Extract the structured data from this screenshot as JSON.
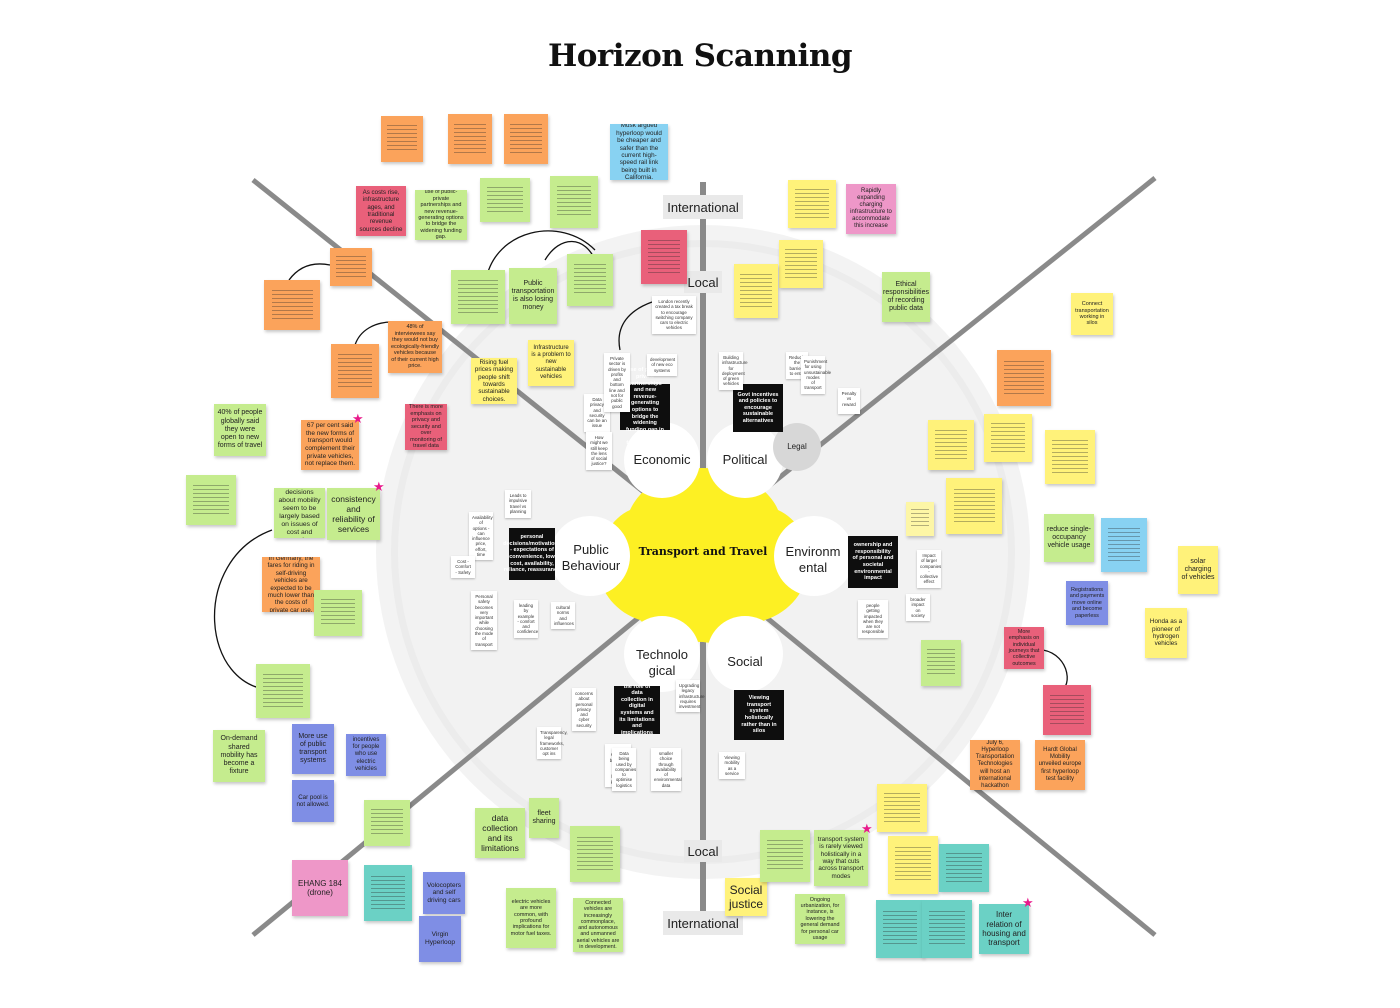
{
  "title": "Horizon Scanning",
  "center": "Transport and Travel",
  "colors": {
    "orange": "#fba35b",
    "green": "#c5ec8e",
    "pink": "#ee97c8",
    "red": "#e9607a",
    "yellow": "#fff27a",
    "blue": "#7f8ee5",
    "lightblue": "#88d2f2",
    "teal": "#6bd1c5",
    "lightyellow": "#fdf6a6",
    "core": "#fdf023"
  },
  "scale_labels": {
    "international_top": "International",
    "local_top": "Local",
    "local_bottom": "Local",
    "international_bottom": "International"
  },
  "sectors": {
    "economic": "Economic",
    "political": "Political",
    "public_behaviour": "Public Behaviour",
    "environmental": "Environm ental",
    "technological": "Technolo gical",
    "social": "Social",
    "legal": "Legal"
  },
  "notes": [
    {
      "text": "40% of people globally said they were open to new forms of travel",
      "color": "green",
      "star": false
    },
    {
      "text": "67 per cent said the new forms of transport would complement their private vehicles, not replace them.",
      "color": "orange",
      "star": true
    },
    {
      "text": "personal decisions about mobility seem to be largely based on issues of cost and convenience",
      "color": "green",
      "star": false
    },
    {
      "text": "consistency and reliability of services",
      "color": "green",
      "star": true
    },
    {
      "text": "In Germany, the fares for riding in self-driving vehicles are expected to be much lower than the costs of private car use.",
      "color": "orange",
      "star": false
    },
    {
      "text": "On-demand shared mobility has become a fixture",
      "color": "green",
      "star": false
    },
    {
      "text": "More use of public transport systems",
      "color": "blue",
      "star": false
    },
    {
      "text": "incentives for people who use electric vehicles",
      "color": "blue",
      "star": false
    },
    {
      "text": "Car pool is not allowed.",
      "color": "blue",
      "star": false
    },
    {
      "text": "EHANG 184 (drone)",
      "color": "pink",
      "star": false
    },
    {
      "text": "Volocopters and self driving cars",
      "color": "blue",
      "star": false
    },
    {
      "text": "Virgin Hyperloop",
      "color": "blue",
      "star": false
    },
    {
      "text": "data collection and its limitations",
      "color": "green",
      "star": false
    },
    {
      "text": "fleet sharing",
      "color": "green",
      "star": false
    },
    {
      "text": "As costs rise, infrastructure ages, and traditional revenue sources decline",
      "color": "red",
      "star": false
    },
    {
      "text": "use of public-private partnerships and new revenue-generating options to bridge the widening funding gap.",
      "color": "green",
      "star": false
    },
    {
      "text": "Public transportation is also losing money",
      "color": "green",
      "star": false
    },
    {
      "text": "Rising fuel prices making people shift towards sustainable choices.",
      "color": "yellow",
      "star": false
    },
    {
      "text": "Infrastructure is a problem to new sustainable vehicles",
      "color": "yellow",
      "star": false
    },
    {
      "text": "There is more emphasis on privacy and security and over monitoring of travel data",
      "color": "red",
      "star": false
    },
    {
      "text": "Musk argued hyperloop would be cheaper and safer than the current high-speed rail link being built in California.",
      "color": "lightblue",
      "star": false
    },
    {
      "text": "Rapidly expanding charging infrastructure to accommodate this increase",
      "color": "pink",
      "star": false
    },
    {
      "text": "Ethical responsibilities of recording public data",
      "color": "green",
      "star": false
    },
    {
      "text": "Connect transportation working in silos",
      "color": "yellow",
      "star": false
    },
    {
      "text": "reduce single-occupancy vehicle usage",
      "color": "green",
      "star": false
    },
    {
      "text": "solar charging of vehicles",
      "color": "yellow",
      "star": false
    },
    {
      "text": "Registrations and payments move online and become paperless",
      "color": "blue",
      "star": false
    },
    {
      "text": "Honda as a pioneer of hydrogen vehicles",
      "color": "yellow",
      "star": false
    },
    {
      "text": "More emphasis on individual journeys that collective outcomes",
      "color": "red",
      "star": false
    },
    {
      "text": "July 6, Hyperloop Transportation Technologies will host an international hackathon",
      "color": "orange",
      "star": false
    },
    {
      "text": "Hardt Global Mobility unveiled europe first hyperloop test facility",
      "color": "orange",
      "star": false
    },
    {
      "text": "transport system is rarely viewed holistically in a way that cuts across transport modes",
      "color": "green",
      "star": true
    },
    {
      "text": "Social justice",
      "color": "yellow",
      "star": false
    },
    {
      "text": "Inter relation of housing and transport",
      "color": "teal",
      "star": true
    },
    {
      "text": "electric vehicles are more common, with profound implications for motor fuel taxes.",
      "color": "green",
      "star": false
    },
    {
      "text": "Connected vehicles are increasingly commonplace, and autonomous and unmanned aerial vehicles are in development.",
      "color": "green",
      "star": false
    },
    {
      "text": "Ongoing urbanization, for instance, is lowering the general demand for personal car usage",
      "color": "green",
      "star": false
    },
    {
      "text": "48% of interviewees say they would not buy ecologically-friendly vehicles because of their current high price.",
      "color": "orange",
      "star": false
    }
  ],
  "black_cards": [
    {
      "text": "use of public-private partnerships and new revenue-generating options to bridge the widening funding gap in public transportation"
    },
    {
      "text": "Govt incentives and policies to encourage sustainable alternatives"
    },
    {
      "text": "personal decisions/motivations - expectations of convenience, low cost, availability, reliance, reassurance"
    },
    {
      "text": "ownership and responsibility of personal and societal environmental impact"
    },
    {
      "text": "the role of data collection in digital systems and its limitations and implications"
    },
    {
      "text": "Viewing transport system holistically rather than in silos"
    }
  ],
  "small_notes": [
    "London recently created a tax break to encourage switching company cars to electric vehicles",
    "Reducing the barriers to entry",
    "Penalty vs reward",
    "Leads to impulsive travel vs planning",
    "broader impact on society",
    "Viewing mobility as a service",
    "Data privacy and security can be an issue",
    "How might we still keep the lens of social justice?",
    "development of new eco systems",
    "Building infrastructure for deployment of green vehicles",
    "Punishment for using unsustainable modes of transport",
    "Availability of options - can influence price, effort, time",
    "Cost - Comfort - Safety",
    "Personal safety becomes very important while choosing the mode of transport",
    "leading by example - comfort and confidence",
    "cultural norms and influences",
    "people getting impacted when they are not responsible",
    "Impact of larger companies - collective effect",
    "concerns about personal privacy and cyber security",
    "Upgrading legacy infrastructure requires investment",
    "Transparency, legal frameworks, customer opt ins",
    "Data sharing between public and private players",
    "Data being used by companies to optimise logistics",
    "smaller choice through availability of environmental data",
    "Private sector is driven by profits and bottom line and not for public good"
  ]
}
